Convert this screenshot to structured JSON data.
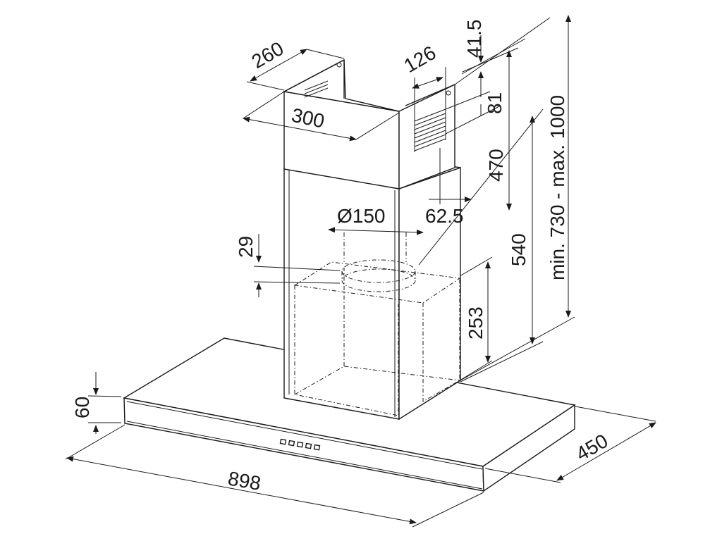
{
  "dimensions": {
    "chimney_depth": "260",
    "chimney_width": "300",
    "vent_width": "126",
    "top_offset": "41.5",
    "vent_height": "81",
    "inner_chimney": "470",
    "vent_offset": "62.5",
    "outlet_diameter": "Ø150",
    "collar_height": "29",
    "chimney_lower": "540",
    "motor_height": "253",
    "total_height": "min. 730 - max. 1000",
    "hood_thickness": "60",
    "hood_width": "898",
    "hood_depth": "450"
  }
}
